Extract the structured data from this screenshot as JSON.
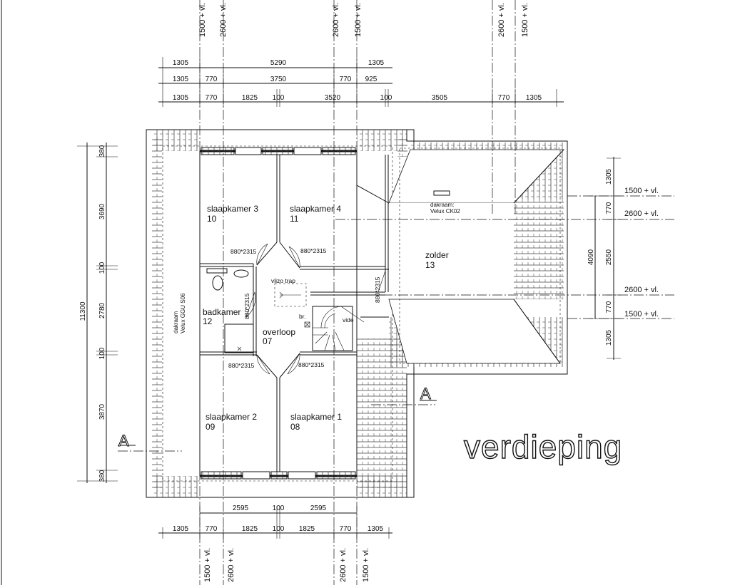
{
  "title": "verdieping",
  "dims": {
    "top_row1": [
      "1305",
      "5290",
      "1305"
    ],
    "top_row2": [
      "1305",
      "770",
      "3750",
      "770",
      "925"
    ],
    "top_row3": [
      "1305",
      "770",
      "1825",
      "100",
      "3520",
      "100",
      "3505",
      "770",
      "1305"
    ],
    "bottom_row1": [
      "2595",
      "100",
      "2595"
    ],
    "bottom_row2": [
      "1305",
      "770",
      "1825",
      "100",
      "1825",
      "770",
      "1305"
    ],
    "left_total": "11300",
    "left_parts": [
      "380",
      "3690",
      "100",
      "2780",
      "100",
      "3870",
      "380"
    ],
    "right_total": "4090",
    "right_parts": [
      "1305",
      "770",
      "2550",
      "770",
      "1305"
    ]
  },
  "levels": {
    "top": [
      "1500 + vl.",
      "2600 + vl.",
      "2600 + vl.",
      "1500 + vl.",
      "2600 + vl.",
      "1500 + vl."
    ],
    "bottom": [
      "1500 + vl.",
      "2600 + vl.",
      "2600 + vl.",
      "1500 + vl."
    ],
    "right": [
      "1500 + vl.",
      "2600 + vl.",
      "2600 + vl.",
      "1500 + vl."
    ]
  },
  "rooms": [
    {
      "name": "slaapkamer 3",
      "number": "10"
    },
    {
      "name": "slaapkamer 4",
      "number": "11"
    },
    {
      "name": "zolder",
      "number": "13"
    },
    {
      "name": "badkamer",
      "number": "12"
    },
    {
      "name": "overloop",
      "number": "07"
    },
    {
      "name": "slaapkamer 2",
      "number": "09"
    },
    {
      "name": "slaapkamer 1",
      "number": "08"
    }
  ],
  "labels": {
    "vlizo_trap": "vlizo trap",
    "br": "br.",
    "vide": "vide",
    "dakraam_zolder_1": "dakraam:",
    "dakraam_zolder_2": "Velux CK02",
    "dakraam_bad_1": "dakraam",
    "dakraam_bad_2": "Velux GGU S06",
    "section_a": "A"
  },
  "doors": [
    "880*2315",
    "880*2315",
    "880*2315",
    "880*2315",
    "880*2315",
    "880*2315"
  ],
  "colors": {
    "line": "#111111",
    "background": "#ffffff"
  }
}
